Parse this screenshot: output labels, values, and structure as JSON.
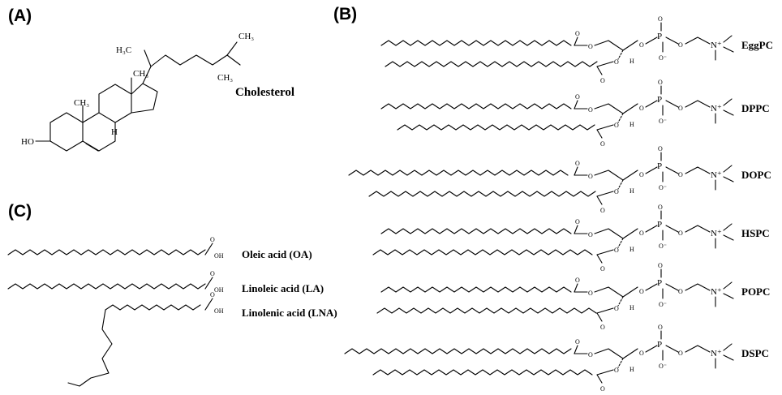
{
  "panels": {
    "a": {
      "label": "(A)",
      "molecule_name": "Cholesterol",
      "atoms": {
        "h3c": "H₃C",
        "ch3_a": "CH₃",
        "ch3_b": "CH₃",
        "ch3_c": "CH₃",
        "ch3_d": "CH₃",
        "ho": "HO",
        "h": "H"
      }
    },
    "b": {
      "label": "(B)",
      "lipids": [
        "EggPC",
        "DPPC",
        "DOPC",
        "HSPC",
        "POPC",
        "DSPC"
      ],
      "atoms": {
        "o": "O",
        "p": "P",
        "o_minus": "O⁻",
        "n_plus": "N⁺",
        "h": "H"
      }
    },
    "c": {
      "label": "(C)",
      "acids": [
        "Oleic acid (OA)",
        "Linoleic acid (LA)",
        "Linolenic acid (LNA)"
      ],
      "atoms": {
        "o": "O",
        "oh": "OH"
      }
    }
  },
  "colors": {
    "ink": "#000000",
    "background": "#ffffff"
  }
}
